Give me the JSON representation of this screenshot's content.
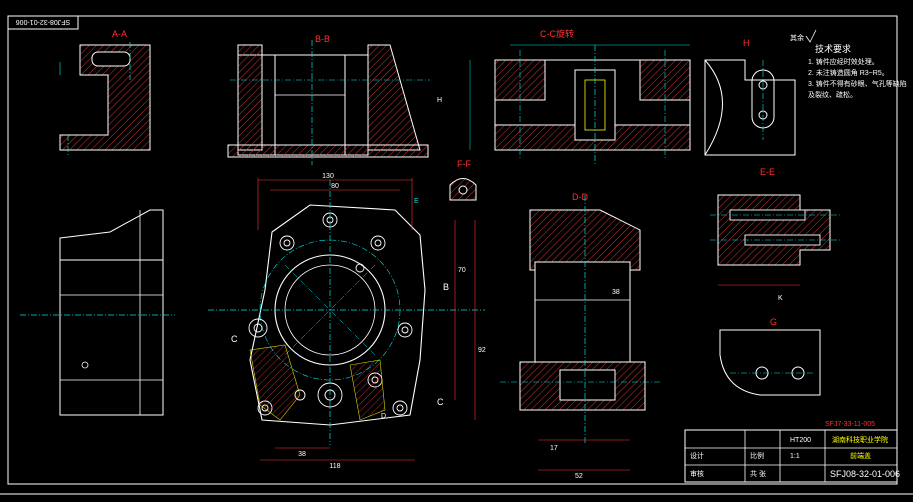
{
  "drawing_number_tab": "SFJ08-32-01-006",
  "section_labels": {
    "aa": "A-A",
    "bb": "B-B",
    "cc": "C-C旋转",
    "h_top": "H",
    "h_left": "H",
    "ff": "F-F",
    "dd": "D-D",
    "ee": "E-E",
    "g": "G",
    "k": "K",
    "c_left": "C",
    "c_right": "C",
    "b_mark": "B",
    "e_mark": "E",
    "d_mark": "D"
  },
  "tech_requirements": {
    "title": "技术要求",
    "lines": [
      "1. 铸件应经时效处理。",
      "2. 未注铸造圆角 R3~R5。",
      "3. 铸件不得有砂眼、气孔等缺陷",
      "   及裂纹、疏松。"
    ]
  },
  "roughness_note": "其余",
  "dimensions": {
    "width_130": "130",
    "width_118": "118",
    "width_80": "80",
    "height_70": "70",
    "height_92": "92",
    "width_38": "38",
    "dd_38": "38",
    "dd_17": "17",
    "dd_52": "52"
  },
  "title_block": {
    "part_name": "前端盖",
    "material": "HT200",
    "drawing_no": "SFJ08-32-01-006",
    "ref_no": "SFJ7-33-11-005",
    "designer_label": "设计",
    "checker_label": "审核",
    "scale_label": "比例",
    "scale_value": "1:1",
    "sheet_label": "共 张",
    "school": "湖南科技职业学院"
  }
}
